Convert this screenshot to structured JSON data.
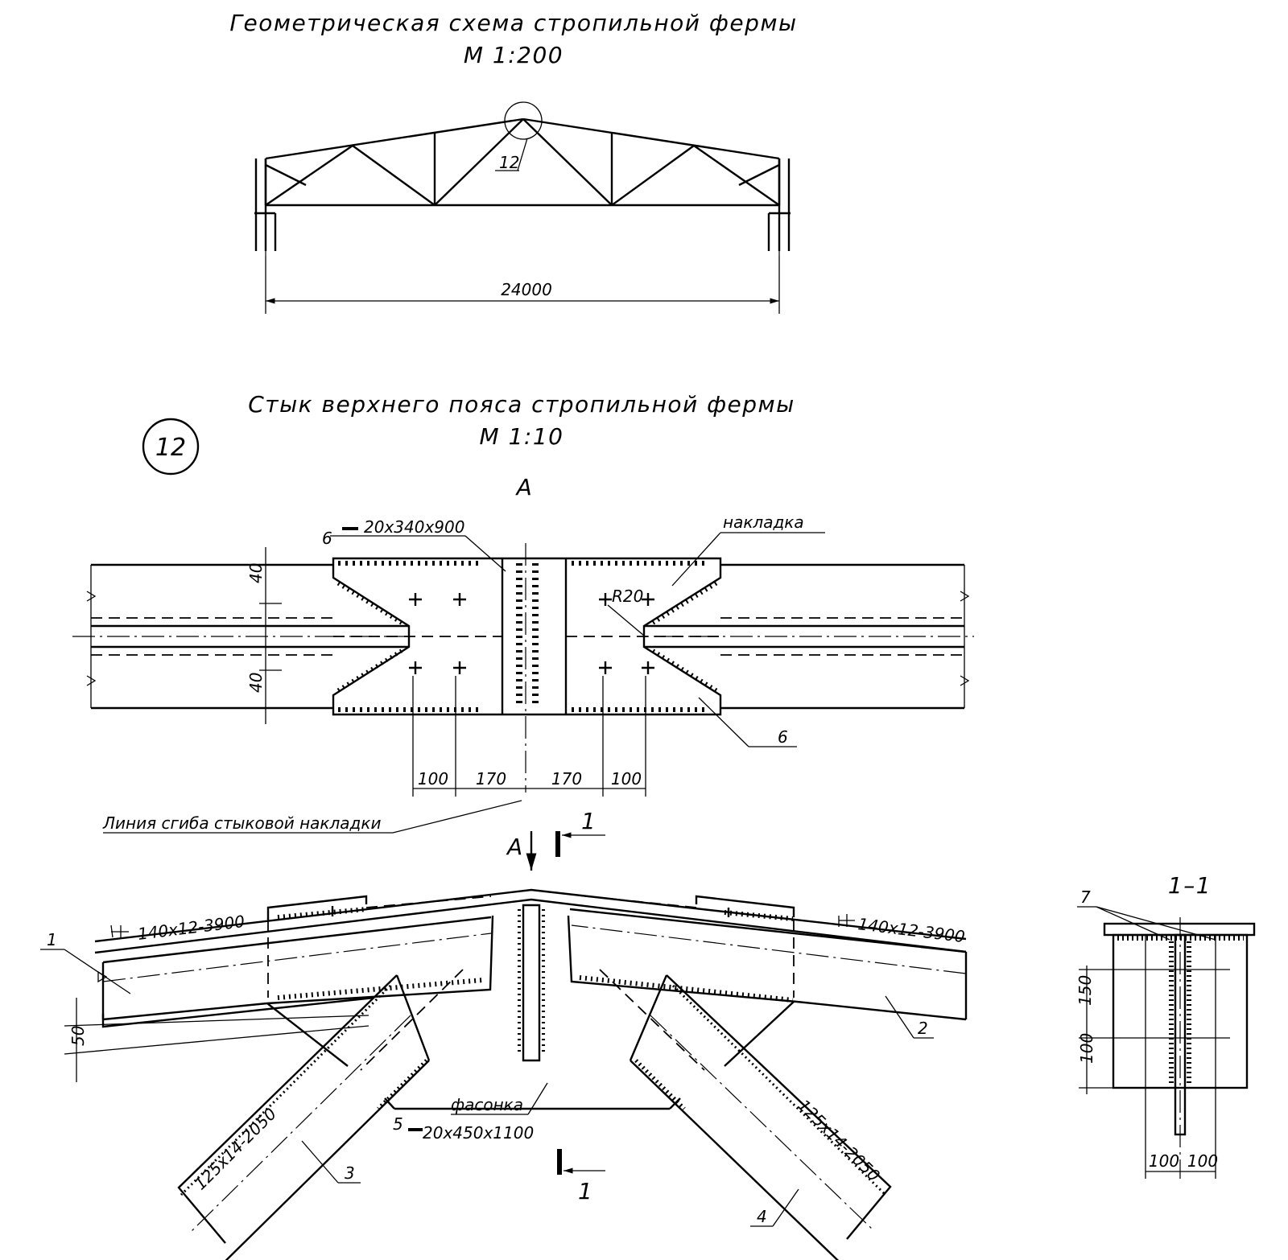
{
  "scheme": {
    "title": "Геометрическая схема стропильной фермы",
    "scale": "М 1:200",
    "node_label": "12",
    "span_dim": "24000"
  },
  "joint": {
    "title": "Стык верхнего пояса стропильной фермы",
    "scale": "М 1:10",
    "node_number": "12",
    "view_label": "A",
    "view_arrow_label": "A"
  },
  "plan_view": {
    "plate_num": "6",
    "plate_spec": "20x340x900",
    "overlay_label": "накладка",
    "radius_label": "R20",
    "dim_top": "40",
    "dim_bottom": "40",
    "dims_bottom": [
      "100",
      "170",
      "170",
      "100"
    ],
    "bottom_plate_num": "6",
    "bend_line_label": "Линия сгиба стыковой накладки"
  },
  "elevation": {
    "section_label_top": "1",
    "section_label_bottom": "1",
    "left_chord_spec": "140x12-3900",
    "right_chord_spec": "140x12-3900",
    "left_diag_spec": "125x14-2050",
    "right_diag_spec": "125x14-2050",
    "gusset_label": "фасонка",
    "gusset_num": "5",
    "gusset_spec": "20x450x1100",
    "dim_50": "50",
    "pos": [
      "1",
      "2",
      "3",
      "4"
    ]
  },
  "section": {
    "title": "1–1",
    "weld_num": "7",
    "dim_150": "150",
    "dim_100_v": "100",
    "dims_bottom": [
      "100",
      "100"
    ]
  }
}
